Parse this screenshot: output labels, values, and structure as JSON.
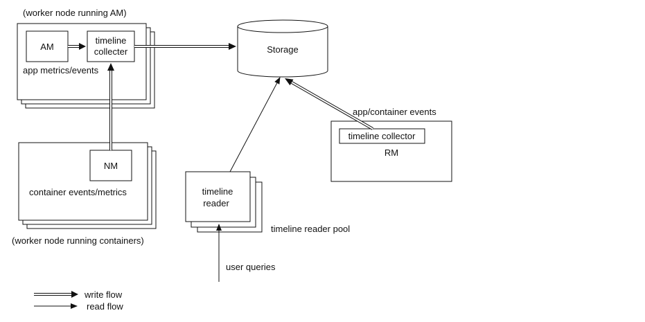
{
  "labels": {
    "worker_am_caption": "(worker node running AM)",
    "am": "AM",
    "timeline_collecter_line1": "timeline",
    "timeline_collecter_line2": "collecter",
    "app_metrics": "app metrics/events",
    "nm": "NM",
    "container_events": "container events/metrics",
    "worker_containers_caption": "(worker node running containers)",
    "storage": "Storage",
    "app_container_events": "app/container events",
    "rm_collector": "timeline collector",
    "rm": "RM",
    "reader_line1": "timeline",
    "reader_line2": "reader",
    "reader_pool": "timeline reader pool",
    "user_queries": "user queries",
    "legend_write": "write flow",
    "legend_read": "read flow"
  },
  "colors": {
    "line": "#111111",
    "background": "#ffffff"
  }
}
